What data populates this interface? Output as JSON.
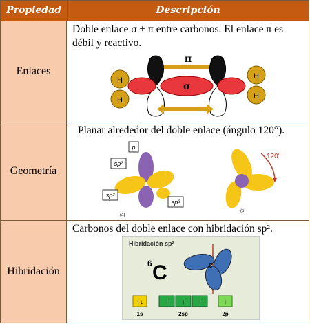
{
  "header": {
    "col1": "Propiedad",
    "col2": "Descripción"
  },
  "rows": [
    {
      "label": "Enlaces",
      "text": "Doble enlace σ + π entre carbonos. El enlace π es débil y reactivo."
    },
    {
      "label": "Geometría",
      "text": "Planar alrededor del doble enlace (ángulo 120°)."
    },
    {
      "label": "Hibridación",
      "text": "Carbonos del doble enlace con hibridación sp²."
    }
  ],
  "fig1": {
    "pi": "π",
    "sigma": "σ",
    "h": "H"
  },
  "fig2": {
    "p": "p",
    "sp2": "sp²",
    "angle": "120°",
    "a": "(a)",
    "b": "(b)"
  },
  "fig3": {
    "title": "Hibridación sp²",
    "element_mass": "6",
    "element": "C",
    "c_label": "C",
    "orb_1s": "1s",
    "orb_2sp": "2sp",
    "orb_2p": "2p"
  },
  "colors": {
    "header": "#c55a11",
    "label_bg": "#f7cbac",
    "lobe_yellow": "#f5c518",
    "lobe_purple": "#8a63b3",
    "lobe_blue": "#3f6fb5",
    "arrow_gold": "#d4a017"
  }
}
